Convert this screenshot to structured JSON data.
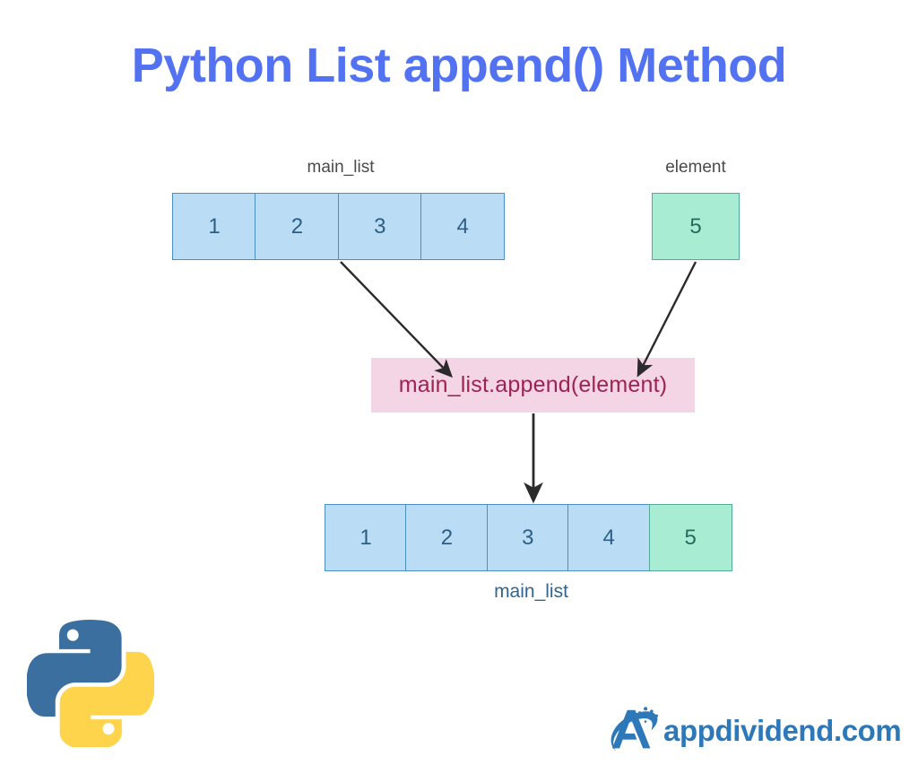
{
  "page": {
    "title": "Python List append() Method",
    "title_color": "#5272f2",
    "background": "#ffffff"
  },
  "diagram": {
    "type": "flow-diagram",
    "input_list": {
      "label": "main_list",
      "label_color": "#4a4a4a",
      "cells": [
        "1",
        "2",
        "3",
        "4"
      ],
      "fill": "#badcf5",
      "border": "#4a90c4",
      "text_color": "#2d5f86"
    },
    "input_element": {
      "label": "element",
      "label_color": "#4a4a4a",
      "value": "5",
      "fill": "#a8ecd3",
      "border": "#56ab98",
      "text_color": "#2a6a5c"
    },
    "method_call": {
      "text": "main_list.append(element)",
      "fill": "#f4d5e6",
      "text_color": "#9c2354"
    },
    "result_list": {
      "label": "main_list",
      "label_color": "#2f6690",
      "cells": [
        {
          "value": "1",
          "style": "blue"
        },
        {
          "value": "2",
          "style": "blue"
        },
        {
          "value": "3",
          "style": "blue"
        },
        {
          "value": "4",
          "style": "blue"
        },
        {
          "value": "5",
          "style": "green"
        }
      ]
    },
    "arrows": [
      {
        "name": "main-list-to-method",
        "color": "#2b2b2b"
      },
      {
        "name": "element-to-method",
        "color": "#2b2b2b"
      },
      {
        "name": "method-to-result",
        "color": "#2b2b2b"
      }
    ]
  },
  "branding": {
    "python_logo": {
      "name": "python-logo",
      "blue": "#3a6f9f",
      "yellow": "#ffd44d"
    },
    "site": {
      "name": "appdividend-logo",
      "text": "appdividend.com",
      "color": "#2c78b8"
    }
  }
}
